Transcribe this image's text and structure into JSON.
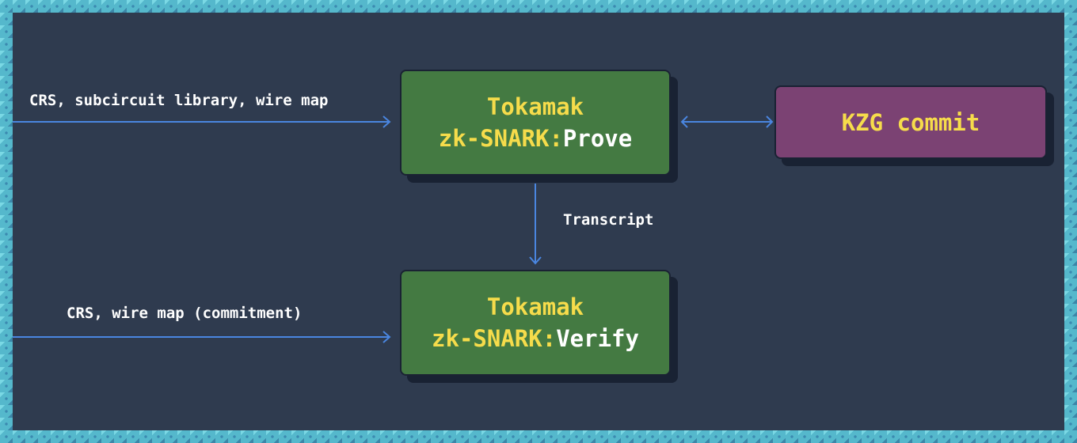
{
  "colors": {
    "background": "#2f3b4f",
    "node_green": "#447a42",
    "node_purple": "#7b4273",
    "accent_yellow": "#f6dc4b",
    "arrow_blue": "#4a86e0",
    "border_tile": "#55b8cc"
  },
  "nodes": {
    "prove": {
      "line1": "Tokamak",
      "prefix": "zk-SNARK:",
      "action": "Prove"
    },
    "verify": {
      "line1": "Tokamak",
      "prefix": "zk-SNARK:",
      "action": "Verify"
    },
    "kzg": {
      "label": "KZG commit"
    }
  },
  "edges": {
    "prove_input": "CRS, subcircuit library, wire map",
    "verify_input": "CRS, wire map (commitment)",
    "prove_to_verify": "Transcript",
    "prove_kzg": ""
  }
}
